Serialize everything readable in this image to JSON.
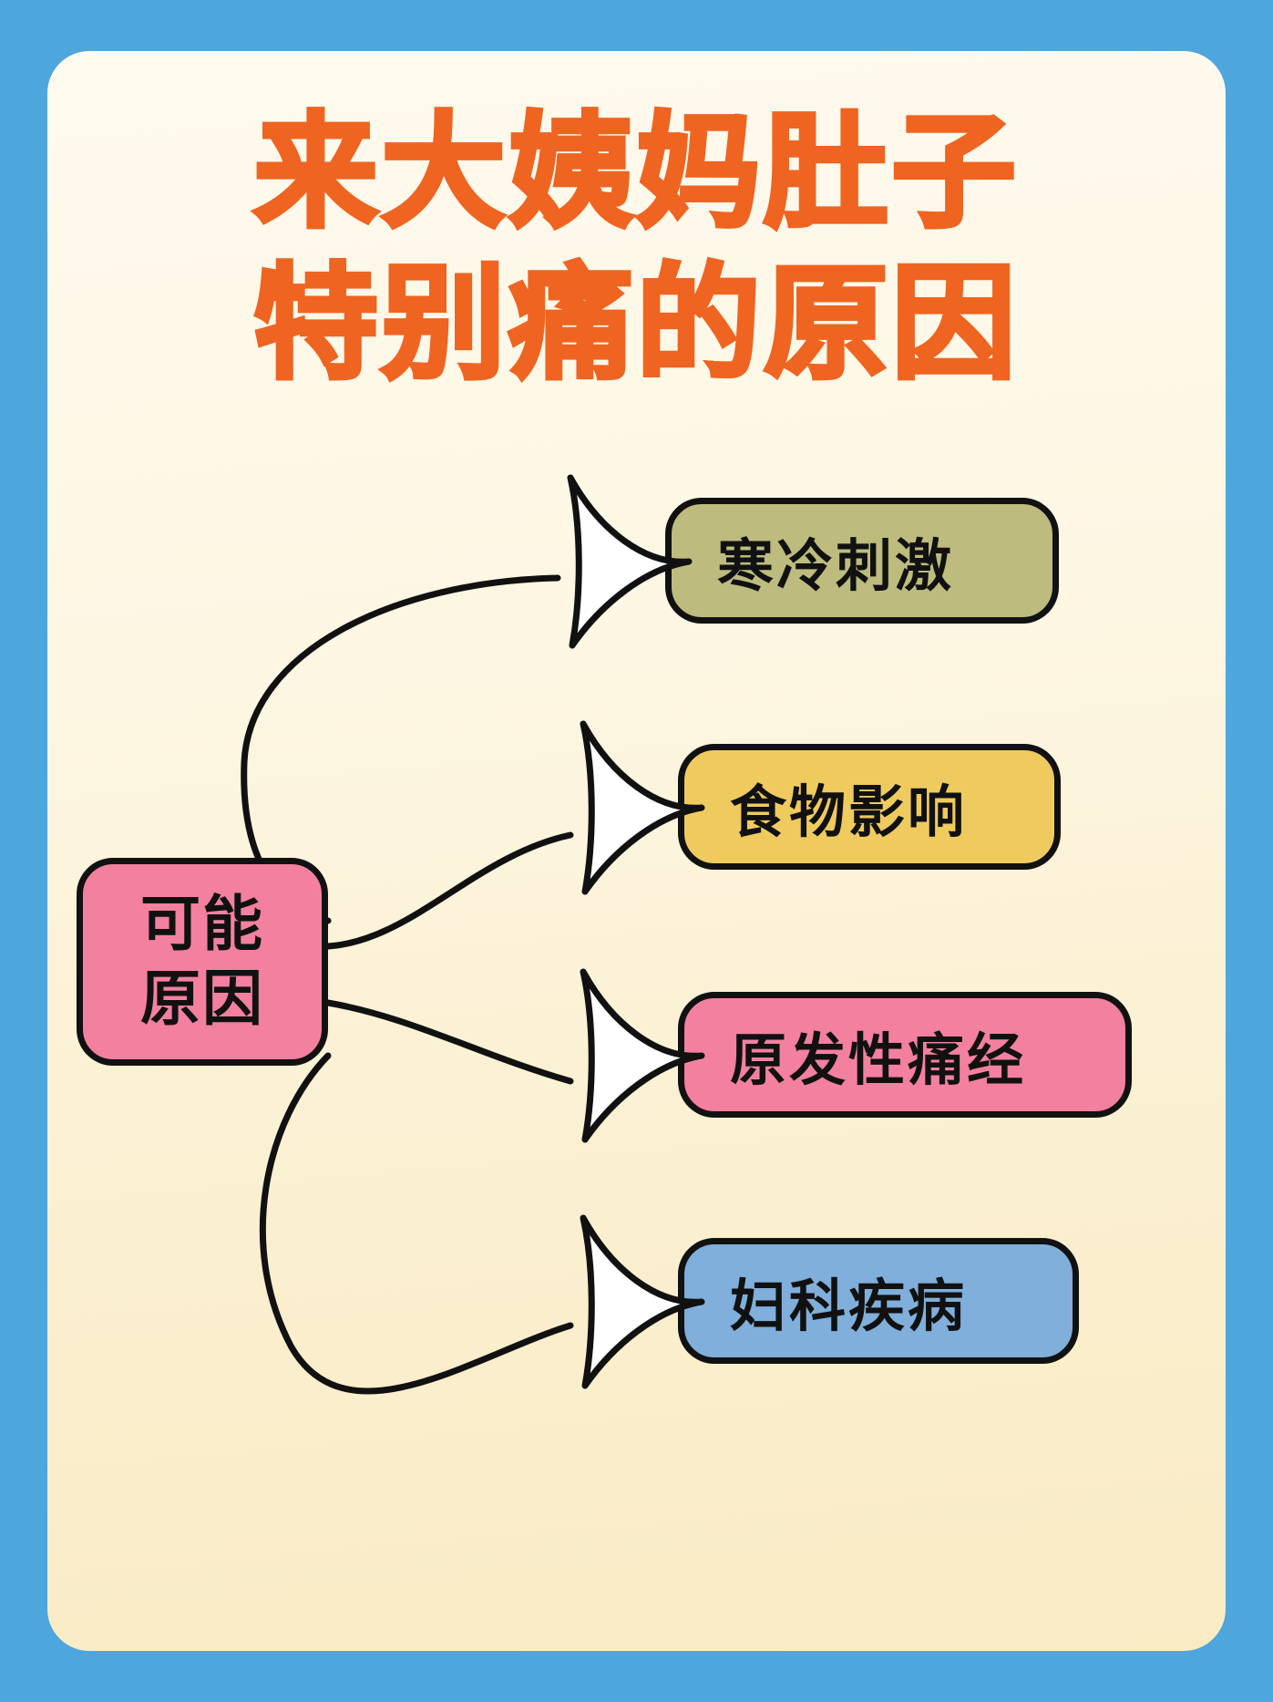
{
  "poster": {
    "frame_color": "#4DA6DC",
    "card_color": "#FDF6E2"
  },
  "title": {
    "line1": "来大姨妈肚子",
    "line2": "特别痛的原因",
    "color": "#EF6421"
  },
  "diagram": {
    "type": "mind-map",
    "root": {
      "line1": "可能",
      "line2": "原因",
      "color": "#F3809F"
    },
    "branches": [
      {
        "label": "寒冷刺激",
        "color": "#BDBC7E"
      },
      {
        "label": "食物影响",
        "color": "#EFCB5F"
      },
      {
        "label": "原发性痛经",
        "color": "#F3809F"
      },
      {
        "label": "妇科疾病",
        "color": "#7FAFDA"
      }
    ]
  }
}
